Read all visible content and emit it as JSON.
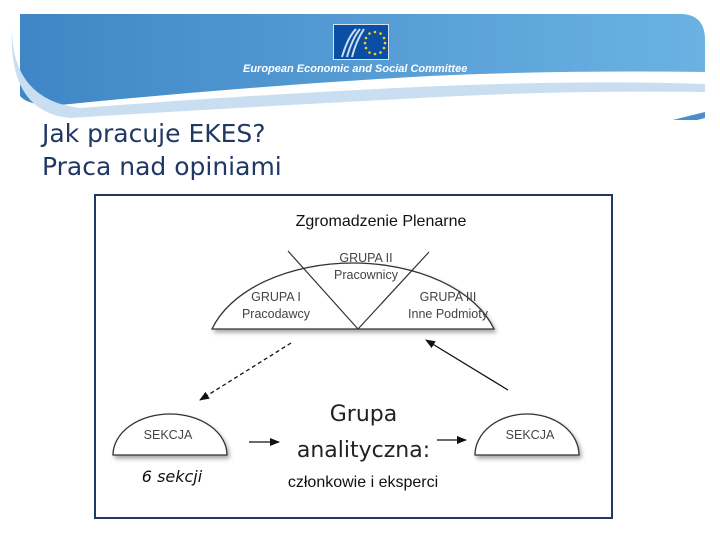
{
  "header": {
    "organization": "European Economic and Social Committee",
    "logo_icon": "eu-star-circle-icon",
    "brand_color": "#5aa3d8",
    "title_color": "#1f3864"
  },
  "slide": {
    "title_line1": "Jak pracuje EKES?",
    "title_line2": "Praca nad opiniami"
  },
  "diagram": {
    "plenary": "Zgromadzenie Plenarne",
    "group1": {
      "name": "GRUPA I",
      "members": "Pracodawcy"
    },
    "group2": {
      "name": "GRUPA II",
      "members": "Pracownicy"
    },
    "group3": {
      "name": "GRUPA III",
      "members": "Inne Podmioty"
    },
    "section_left": "SEKCJA",
    "section_right": "SEKCJA",
    "section_count": "6 sekcji",
    "study_group_line1": "Grupa",
    "study_group_line2": "analityczna:",
    "study_group_members": "członkowie i eksperci"
  }
}
